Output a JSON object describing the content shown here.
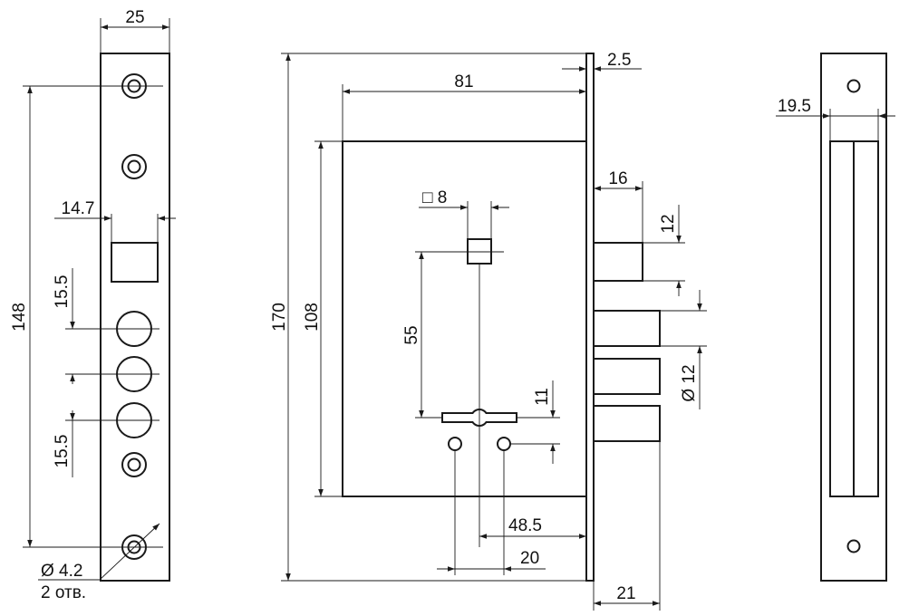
{
  "front_plate": {
    "width": "25",
    "hole_spacing": "148",
    "latch_width": "14.7",
    "bolt_pitch_top": "15.5",
    "bolt_pitch_bottom": "15.5",
    "screw_hole_diameter": "Ø 4.2",
    "screw_hole_count": "2 отв."
  },
  "lock_body": {
    "plate_thickness": "2.5",
    "case_width": "81",
    "total_height": "170",
    "case_height": "108",
    "spindle_square": "□ 8",
    "spindle_to_key": "55",
    "key_slot_height": "11",
    "backset": "48.5",
    "hole_spacing": "20",
    "latch_projection": "16",
    "latch_height": "12",
    "bolt_diameter": "Ø 12",
    "bolt_projection": "21"
  },
  "strike_plate": {
    "slot_width": "19.5"
  }
}
